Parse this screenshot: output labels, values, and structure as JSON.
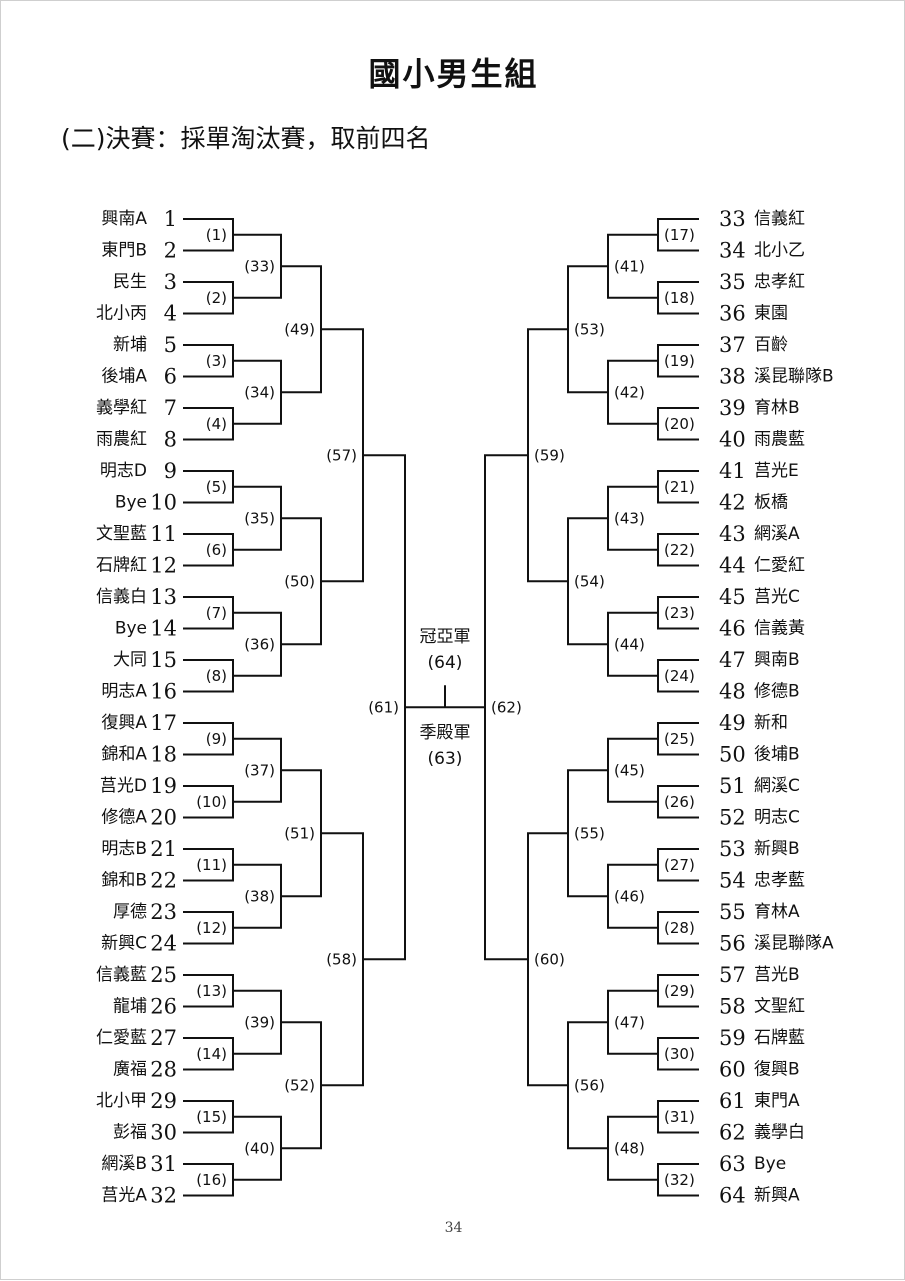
{
  "page_title": "國小男生組",
  "subtitle": "(二)決賽：採單淘汰賽，取前四名",
  "page_number": "34",
  "final": {
    "label": "冠亞軍",
    "number": "(64)"
  },
  "third_place": {
    "label": "季殿軍",
    "number": "(63)"
  },
  "teams": [
    {
      "seed": "1",
      "name": "興南A"
    },
    {
      "seed": "2",
      "name": "東門B"
    },
    {
      "seed": "3",
      "name": "民生"
    },
    {
      "seed": "4",
      "name": "北小丙"
    },
    {
      "seed": "5",
      "name": "新埔"
    },
    {
      "seed": "6",
      "name": "後埔A"
    },
    {
      "seed": "7",
      "name": "義學紅"
    },
    {
      "seed": "8",
      "name": "雨農紅"
    },
    {
      "seed": "9",
      "name": "明志D"
    },
    {
      "seed": "10",
      "name": "Bye"
    },
    {
      "seed": "11",
      "name": "文聖藍"
    },
    {
      "seed": "12",
      "name": "石牌紅"
    },
    {
      "seed": "13",
      "name": "信義白"
    },
    {
      "seed": "14",
      "name": "Bye"
    },
    {
      "seed": "15",
      "name": "大同"
    },
    {
      "seed": "16",
      "name": "明志A"
    },
    {
      "seed": "17",
      "name": "復興A"
    },
    {
      "seed": "18",
      "name": "錦和A"
    },
    {
      "seed": "19",
      "name": "莒光D"
    },
    {
      "seed": "20",
      "name": "修德A"
    },
    {
      "seed": "21",
      "name": "明志B"
    },
    {
      "seed": "22",
      "name": "錦和B"
    },
    {
      "seed": "23",
      "name": "厚德"
    },
    {
      "seed": "24",
      "name": "新興C"
    },
    {
      "seed": "25",
      "name": "信義藍"
    },
    {
      "seed": "26",
      "name": "龍埔"
    },
    {
      "seed": "27",
      "name": "仁愛藍"
    },
    {
      "seed": "28",
      "name": "廣福"
    },
    {
      "seed": "29",
      "name": "北小甲"
    },
    {
      "seed": "30",
      "name": "彭福"
    },
    {
      "seed": "31",
      "name": "網溪B"
    },
    {
      "seed": "32",
      "name": "莒光A"
    },
    {
      "seed": "33",
      "name": "信義紅"
    },
    {
      "seed": "34",
      "name": "北小乙"
    },
    {
      "seed": "35",
      "name": "忠孝紅"
    },
    {
      "seed": "36",
      "name": "東園"
    },
    {
      "seed": "37",
      "name": "百齡"
    },
    {
      "seed": "38",
      "name": "溪昆聯隊B"
    },
    {
      "seed": "39",
      "name": "育林B"
    },
    {
      "seed": "40",
      "name": "雨農藍"
    },
    {
      "seed": "41",
      "name": "莒光E"
    },
    {
      "seed": "42",
      "name": "板橋"
    },
    {
      "seed": "43",
      "name": "網溪A"
    },
    {
      "seed": "44",
      "name": "仁愛紅"
    },
    {
      "seed": "45",
      "name": "莒光C"
    },
    {
      "seed": "46",
      "name": "信義黃"
    },
    {
      "seed": "47",
      "name": "興南B"
    },
    {
      "seed": "48",
      "name": "修德B"
    },
    {
      "seed": "49",
      "name": "新和"
    },
    {
      "seed": "50",
      "name": "後埔B"
    },
    {
      "seed": "51",
      "name": "網溪C"
    },
    {
      "seed": "52",
      "name": "明志C"
    },
    {
      "seed": "53",
      "name": "新興B"
    },
    {
      "seed": "54",
      "name": "忠孝藍"
    },
    {
      "seed": "55",
      "name": "育林A"
    },
    {
      "seed": "56",
      "name": "溪昆聯隊A"
    },
    {
      "seed": "57",
      "name": "莒光B"
    },
    {
      "seed": "58",
      "name": "文聖紅"
    },
    {
      "seed": "59",
      "name": "石牌藍"
    },
    {
      "seed": "60",
      "name": "復興B"
    },
    {
      "seed": "61",
      "name": "東門A"
    },
    {
      "seed": "62",
      "name": "義學白"
    },
    {
      "seed": "63",
      "name": "Bye"
    },
    {
      "seed": "64",
      "name": "新興A"
    }
  ],
  "rounds": {
    "r1_left": [
      "(1)",
      "(2)",
      "(3)",
      "(4)",
      "(5)",
      "(6)",
      "(7)",
      "(8)",
      "(9)",
      "(10)",
      "(11)",
      "(12)",
      "(13)",
      "(14)",
      "(15)",
      "(16)"
    ],
    "r2_left": [
      "(33)",
      "(34)",
      "(35)",
      "(36)",
      "(37)",
      "(38)",
      "(39)",
      "(40)"
    ],
    "r3_left": [
      "(49)",
      "(50)",
      "(51)",
      "(52)"
    ],
    "r4_left": [
      "(57)",
      "(58)"
    ],
    "r5_left": [
      "(61)"
    ],
    "r1_right": [
      "(17)",
      "(18)",
      "(19)",
      "(20)",
      "(21)",
      "(22)",
      "(23)",
      "(24)",
      "(25)",
      "(26)",
      "(27)",
      "(28)",
      "(29)",
      "(30)",
      "(31)",
      "(32)"
    ],
    "r2_right": [
      "(41)",
      "(42)",
      "(43)",
      "(44)",
      "(45)",
      "(46)",
      "(47)",
      "(48)"
    ],
    "r3_right": [
      "(53)",
      "(54)",
      "(55)",
      "(56)"
    ],
    "r4_right": [
      "(59)",
      "(60)"
    ],
    "r5_right": [
      "(62)"
    ]
  }
}
